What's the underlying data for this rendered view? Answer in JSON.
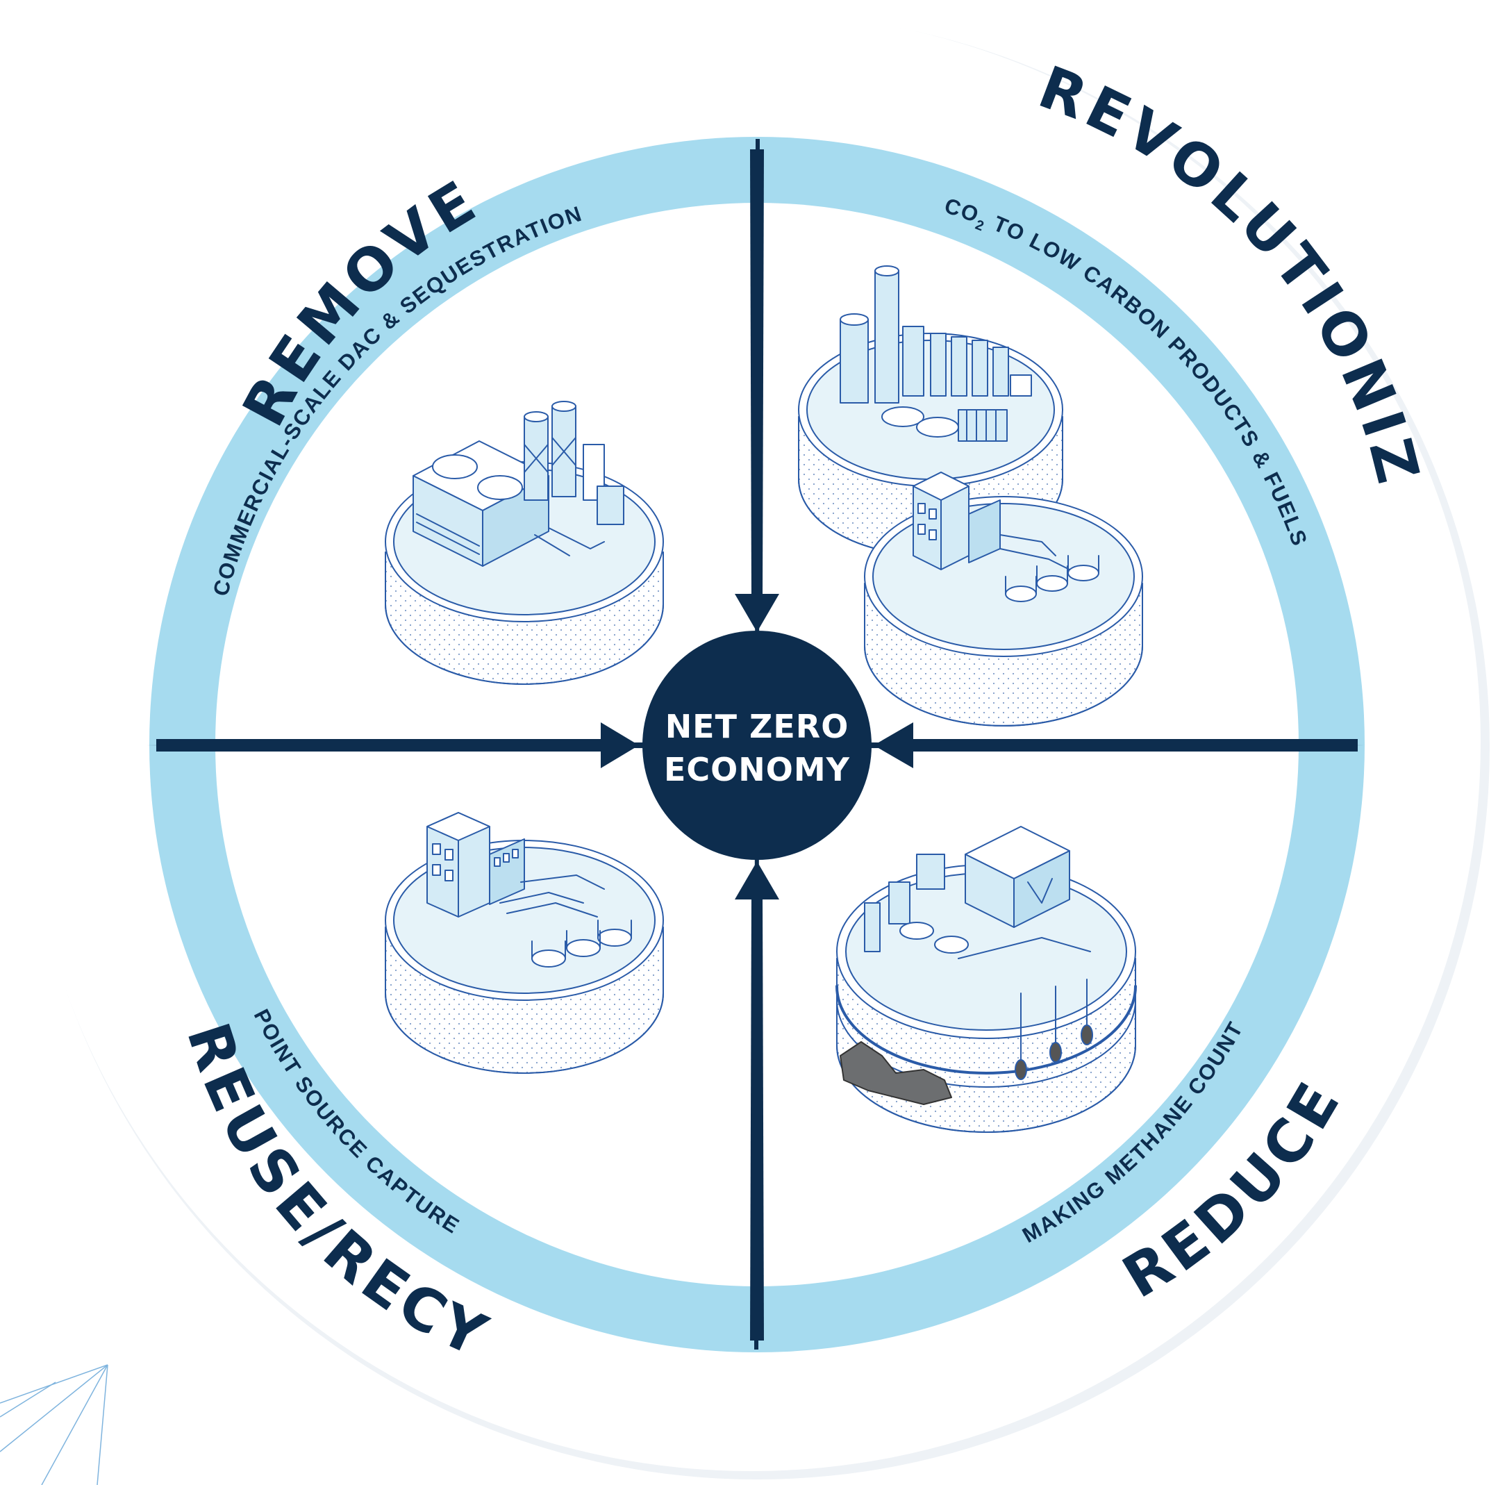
{
  "colors": {
    "navy": "#0d2d4e",
    "ring_blue": "#a6dbef",
    "line_blue": "#2a5ba8",
    "fill_pale": "#e6f3f9",
    "fill_white": "#ffffff",
    "outer_shadow": "#e4e9ef",
    "rock_gray": "#6c6e70"
  },
  "center": {
    "line1": "NET ZERO",
    "line2": "ECONOMY"
  },
  "quadrants": [
    {
      "id": "remove",
      "title": "REMOVE",
      "subtitle": "COMMERCIAL-SCALE DAC & SEQUESTRATION",
      "icon": "dac-plant-icon"
    },
    {
      "id": "revolutionize",
      "title": "REVOLUTIONIZE",
      "subtitle_prefix": "CO",
      "subtitle_sub": "2",
      "subtitle_rest": " TO LOW CARBON PRODUCTS & FUELS",
      "icon": "refinery-icon"
    },
    {
      "id": "reuse",
      "title": "REUSE/RECYCLE",
      "subtitle": "POINT SOURCE CAPTURE",
      "icon": "capture-plant-icon"
    },
    {
      "id": "reduce",
      "title": "REDUCE",
      "subtitle": "MAKING METHANE COUNT",
      "icon": "methane-well-icon"
    }
  ]
}
